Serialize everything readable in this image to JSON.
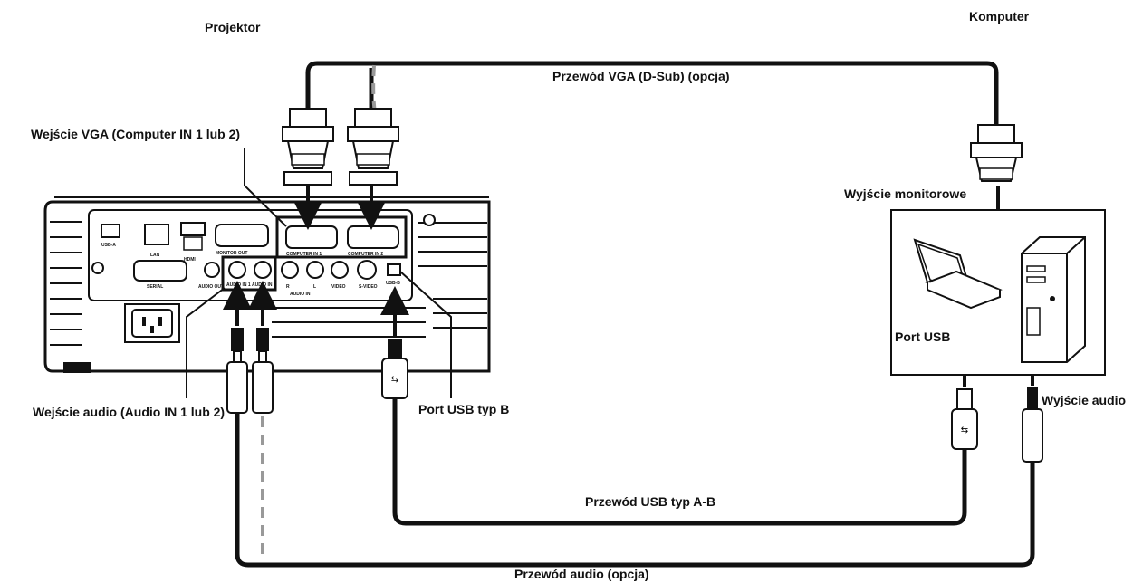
{
  "labels": {
    "projector": "Projektor",
    "computer": "Komputer",
    "vga_cable": "Przewód VGA (D-Sub) (opcja)",
    "vga_input": "Wejście VGA (Computer IN 1 lub 2)",
    "monitor_output": "Wyjście monitorowe",
    "usb_port": "Port USB",
    "audio_output": "Wyjście audio",
    "audio_input": "Wejście audio (Audio IN 1 lub 2)",
    "usb_type_b_port": "Port USB typ B",
    "usb_cable": "Przewód USB typ A-B",
    "audio_cable": "Przewód audio (opcja)"
  },
  "panel_labels": {
    "usb_a": "USB-A",
    "lan": "LAN",
    "hdmi": "HDMI",
    "monitor_out": "MONITOR OUT",
    "computer_in_1": "COMPUTER IN 1",
    "computer_in_2": "COMPUTER IN 2",
    "serial": "SERIAL",
    "audio_out": "AUDIO OUT",
    "audio_in_1": "AUDIO IN 1",
    "audio_in_2": "AUDIO IN 2",
    "audio_in": "AUDIO IN",
    "r": "R",
    "l": "L",
    "video": "VIDEO",
    "s_video": "S-VIDEO",
    "usb_b": "USB-B"
  }
}
